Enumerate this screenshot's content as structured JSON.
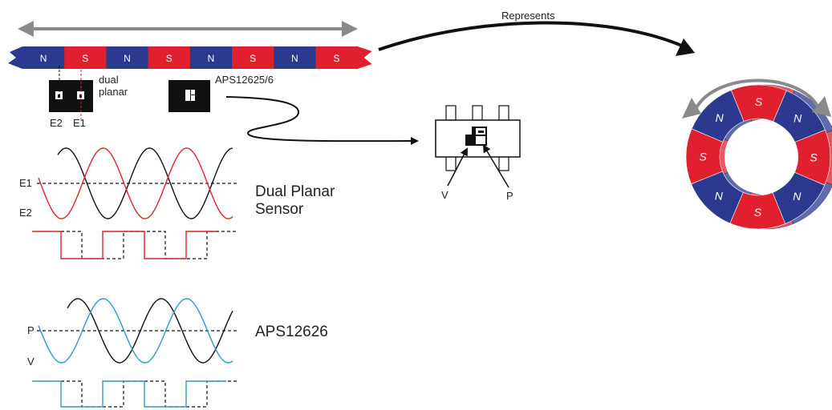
{
  "colors": {
    "north": "#2b3a8f",
    "south": "#e0202e",
    "arrow_gray": "#8a8a8a",
    "ink": "#111111",
    "trace_red": "#d9252f",
    "trace_blue": "#2e9ac4"
  },
  "strip": {
    "poles": [
      "N",
      "S",
      "N",
      "S",
      "N",
      "S",
      "N",
      "S"
    ]
  },
  "labels": {
    "represents": "Represents",
    "dual_planar": [
      "dual",
      "planar"
    ],
    "aps_part": "APS12625/6",
    "e2": "E2",
    "e1": "E1",
    "pin_v": "V",
    "pin_p": "P"
  },
  "dual_planar_plot": {
    "title_lines": [
      "Dual Planar",
      "Sensor"
    ],
    "signal_top": "E1",
    "signal_bottom": "E2"
  },
  "aps_plot": {
    "title": "APS12626",
    "signal_top": "P",
    "signal_bottom": "V"
  },
  "ring": {
    "poles": [
      "S",
      "N",
      "S",
      "N",
      "S",
      "N",
      "S",
      "N"
    ]
  }
}
